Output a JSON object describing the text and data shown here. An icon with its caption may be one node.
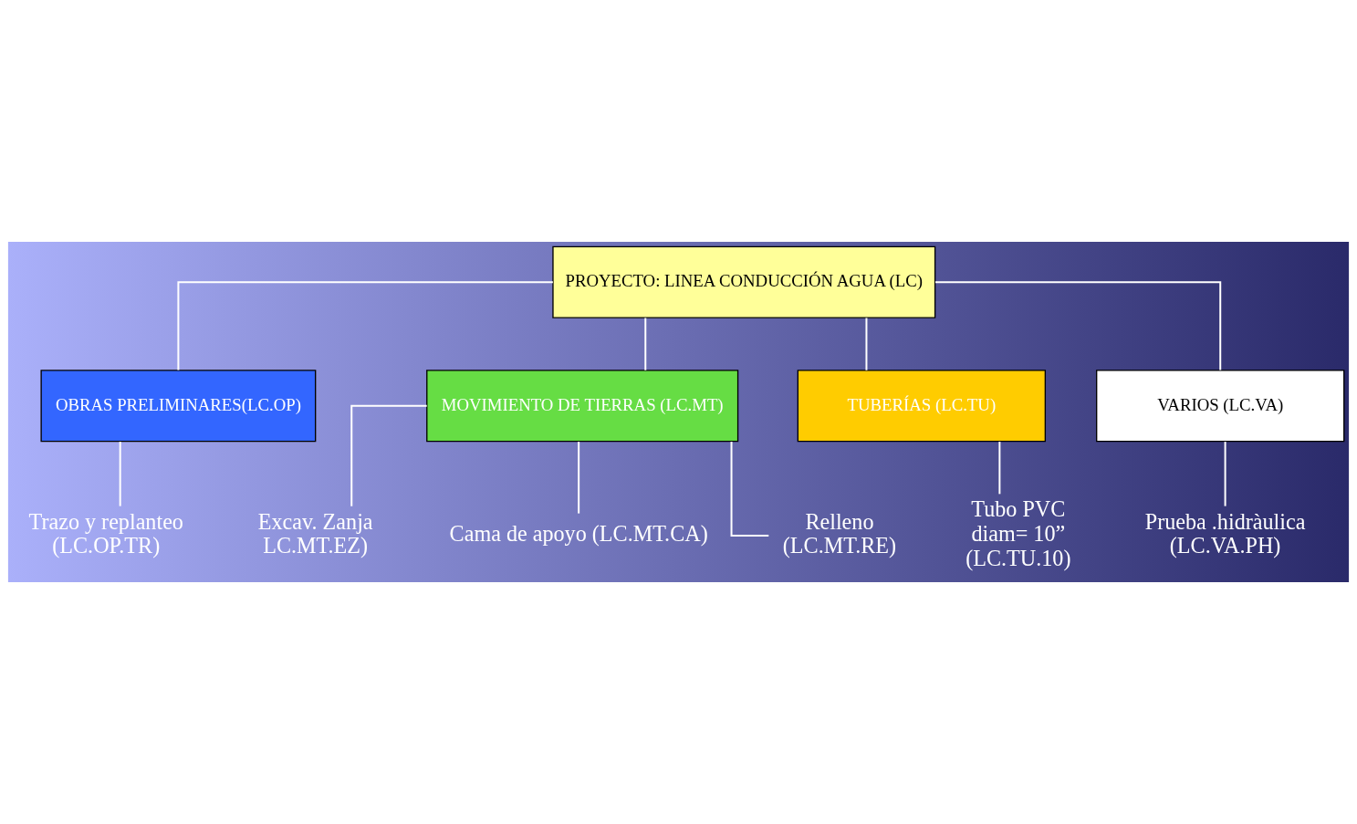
{
  "diagram": {
    "nodes": [
      {
        "text": [
          "PROYECTO: LINEA CONDUCCIÓN AGUA (LC)"
        ]
      },
      {
        "text": [
          "OBRAS PRELIMINARES(LC.OP)"
        ]
      },
      {
        "text": [
          "MOVIMIENTO DE TIERRAS (LC.MT)"
        ]
      },
      {
        "text": [
          "TUBERÍAS (LC.TU)"
        ]
      },
      {
        "text": [
          "VARIOS (LC.VA)"
        ]
      },
      {
        "text": [
          "Trazo y replanteo",
          "(LC.OP.TR)"
        ]
      },
      {
        "text": [
          "Excav. Zanja",
          "LC.MT.EZ)"
        ]
      },
      {
        "text": [
          "Cama de apoyo (LC.MT.CA)"
        ]
      },
      {
        "text": [
          "Relleno",
          "(LC.MT.RE)"
        ]
      },
      {
        "text": [
          "Tubo PVC",
          "diam= 10”",
          "(LC.TU.10)"
        ]
      },
      {
        "text": [
          "Prueba .hidràulica",
          "(LC.VA.PH)"
        ]
      }
    ],
    "edges": [
      {
        "from": 0,
        "to": 1,
        "arrow": "none"
      },
      {
        "from": 0,
        "to": 2,
        "arrow": "none"
      },
      {
        "from": 0,
        "to": 3,
        "arrow": "none"
      },
      {
        "from": 0,
        "to": 4,
        "arrow": "none"
      },
      {
        "from": 1,
        "to": 5,
        "arrow": "none"
      },
      {
        "from": 2,
        "to": 6,
        "arrow": "none"
      },
      {
        "from": 2,
        "to": 7,
        "arrow": "none"
      },
      {
        "from": 2,
        "to": 8,
        "arrow": "none"
      },
      {
        "from": 3,
        "to": 9,
        "arrow": "none"
      },
      {
        "from": 4,
        "to": 10,
        "arrow": "none"
      }
    ]
  }
}
